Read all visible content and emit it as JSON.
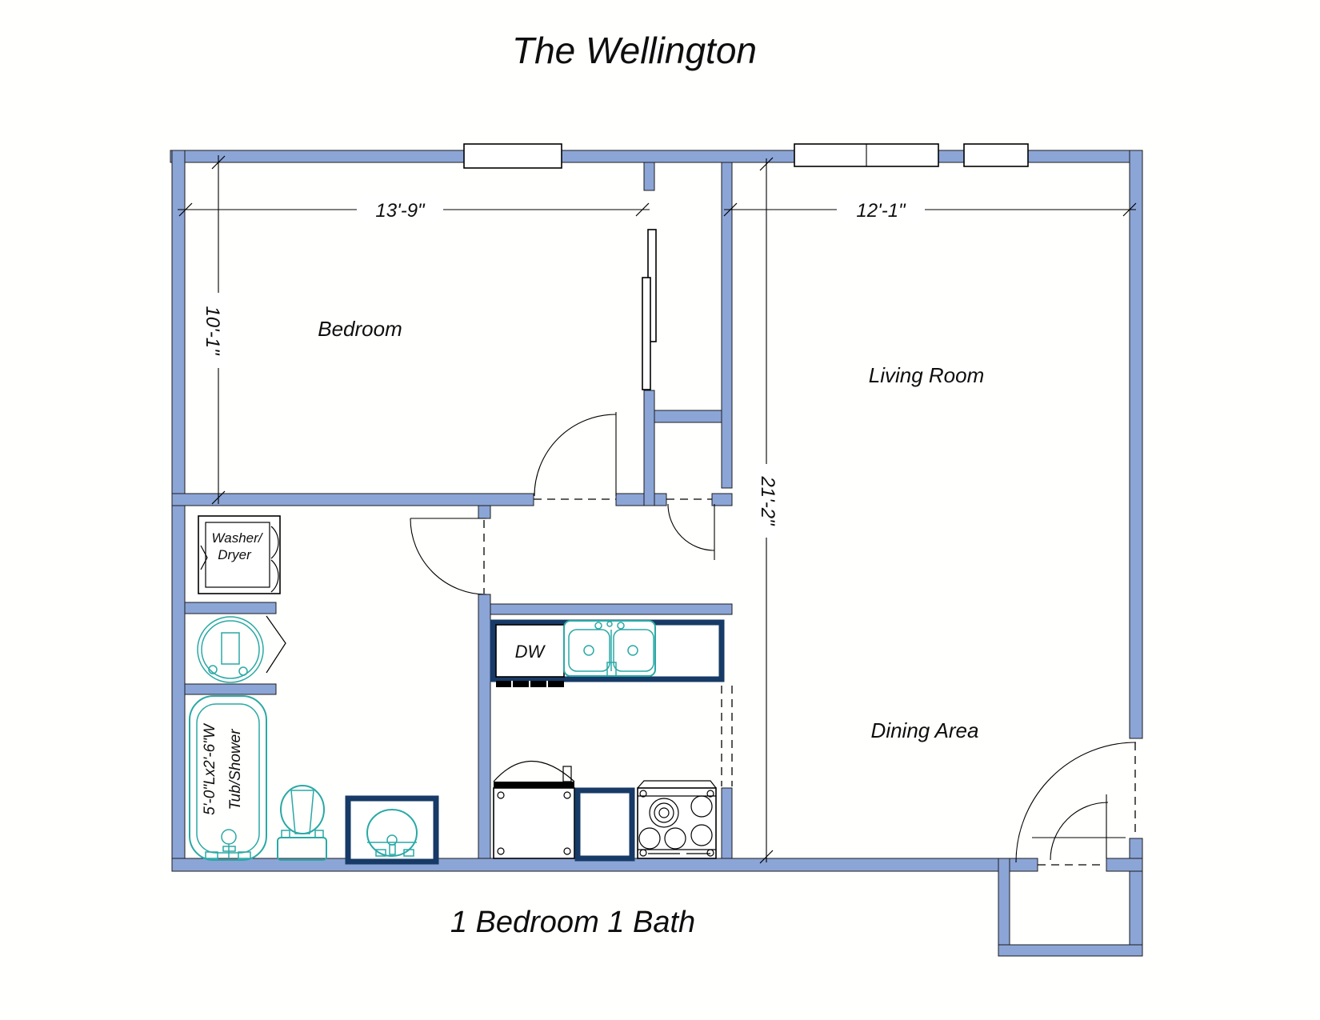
{
  "title": "The Wellington",
  "caption": "1 Bedroom 1 Bath",
  "rooms": {
    "bedroom": "Bedroom",
    "living": "Living Room",
    "dining": "Dining Area"
  },
  "dimensions": {
    "bedroom_width": "13'-9\"",
    "bedroom_depth": "10'-1\"",
    "living_width": "12'-1\"",
    "right_side_depth": "21'-2\""
  },
  "fixtures": {
    "washer_line1": "Washer/",
    "washer_line2": "Dryer",
    "dishwasher": "DW",
    "tub_size": "5'-0\"Lx2'-6\"W",
    "tub_name": "Tub/Shower"
  },
  "colors": {
    "wall": "#8CA5D7",
    "counter": "#173A66",
    "fixture": "#2AA9A6",
    "line": "#000000"
  }
}
